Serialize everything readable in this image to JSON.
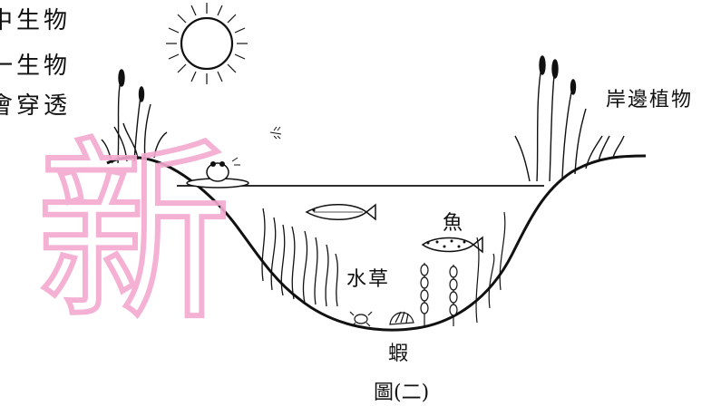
{
  "left_text": [
    "中生物",
    "一生物",
    "會穿透"
  ],
  "labels": {
    "shore_plants": "岸邊植物",
    "fish": "魚",
    "waterweed": "水草",
    "shrimp": "蝦"
  },
  "caption": "圖(二)",
  "watermark": "新",
  "colors": {
    "ink": "#111111",
    "watermark": "#f3a9cf",
    "background": "#ffffff"
  },
  "icons": [
    "sun-icon",
    "frog-icon",
    "dragonfly-icon",
    "fish-icon",
    "crab-icon",
    "shell-icon",
    "reed-icon",
    "waterweed-icon"
  ]
}
